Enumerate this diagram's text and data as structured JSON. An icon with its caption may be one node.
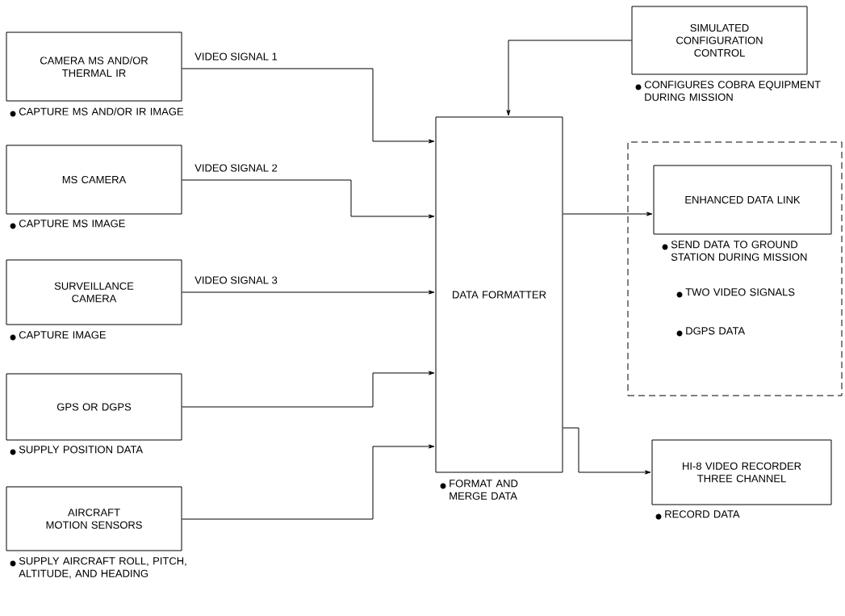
{
  "diagram": {
    "nodes": [
      {
        "text": [
          "CAMERA MS AND/OR THERMAL IR"
        ],
        "beside": [
          "CAPTURE MS AND/OR IR IMAGE"
        ]
      },
      {
        "text": [
          "MS CAMERA"
        ],
        "beside": [
          "CAPTURE MS IMAGE"
        ]
      },
      {
        "text": [
          "SURVEILLANCE CAMERA"
        ],
        "beside": [
          "CAPTURE IMAGE"
        ]
      },
      {
        "text": [
          "GPS OR DGPS"
        ],
        "beside": [
          "SUPPLY POSITION DATA"
        ]
      },
      {
        "text": [
          "AIRCRAFT MOTION SENSORS"
        ],
        "beside": [
          "SUPPLY AIRCRAFT ROLL, PITCH, ALTITUDE, AND HEADING"
        ]
      },
      {
        "text": [
          "DATA FORMATTER"
        ],
        "beside": [
          "FORMAT AND MERGE DATA"
        ]
      },
      {
        "text": [
          "SIMULATED CONFIGURATION CONTROL"
        ],
        "beside": [
          "CONFIGURES COBRA EQUIPMENT DURING MISSION"
        ]
      },
      {
        "text": [],
        "shape": "box"
      },
      {
        "text": [
          "ENHANCED DATA LINK"
        ],
        "in": 7,
        "beside": [
          "SEND DATA TO GROUND STATION DURING MISSION",
          "TWO VIDEO SIGNALS",
          "DGPS DATA"
        ]
      },
      {
        "text": [
          "HI-8 VIDEO RECORDER THREE CHANNEL"
        ],
        "beside": [
          "RECORD DATA"
        ]
      }
    ],
    "edges": [
      {
        "from": 0,
        "to": 5,
        "arrow": "to",
        "label": "VIDEO SIGNAL 1"
      },
      {
        "from": 1,
        "to": 5,
        "arrow": "to",
        "label": "VIDEO SIGNAL 2"
      },
      {
        "from": 2,
        "to": 5,
        "arrow": "to",
        "label": "VIDEO SIGNAL 3"
      },
      {
        "from": 3,
        "to": 5,
        "arrow": "to"
      },
      {
        "from": 4,
        "to": 5,
        "arrow": "to"
      },
      {
        "from": 6,
        "to": 5,
        "arrow": "to"
      },
      {
        "from": 5,
        "to": 8,
        "arrow": "to"
      },
      {
        "from": 5,
        "to": 9,
        "arrow": "to"
      }
    ]
  }
}
